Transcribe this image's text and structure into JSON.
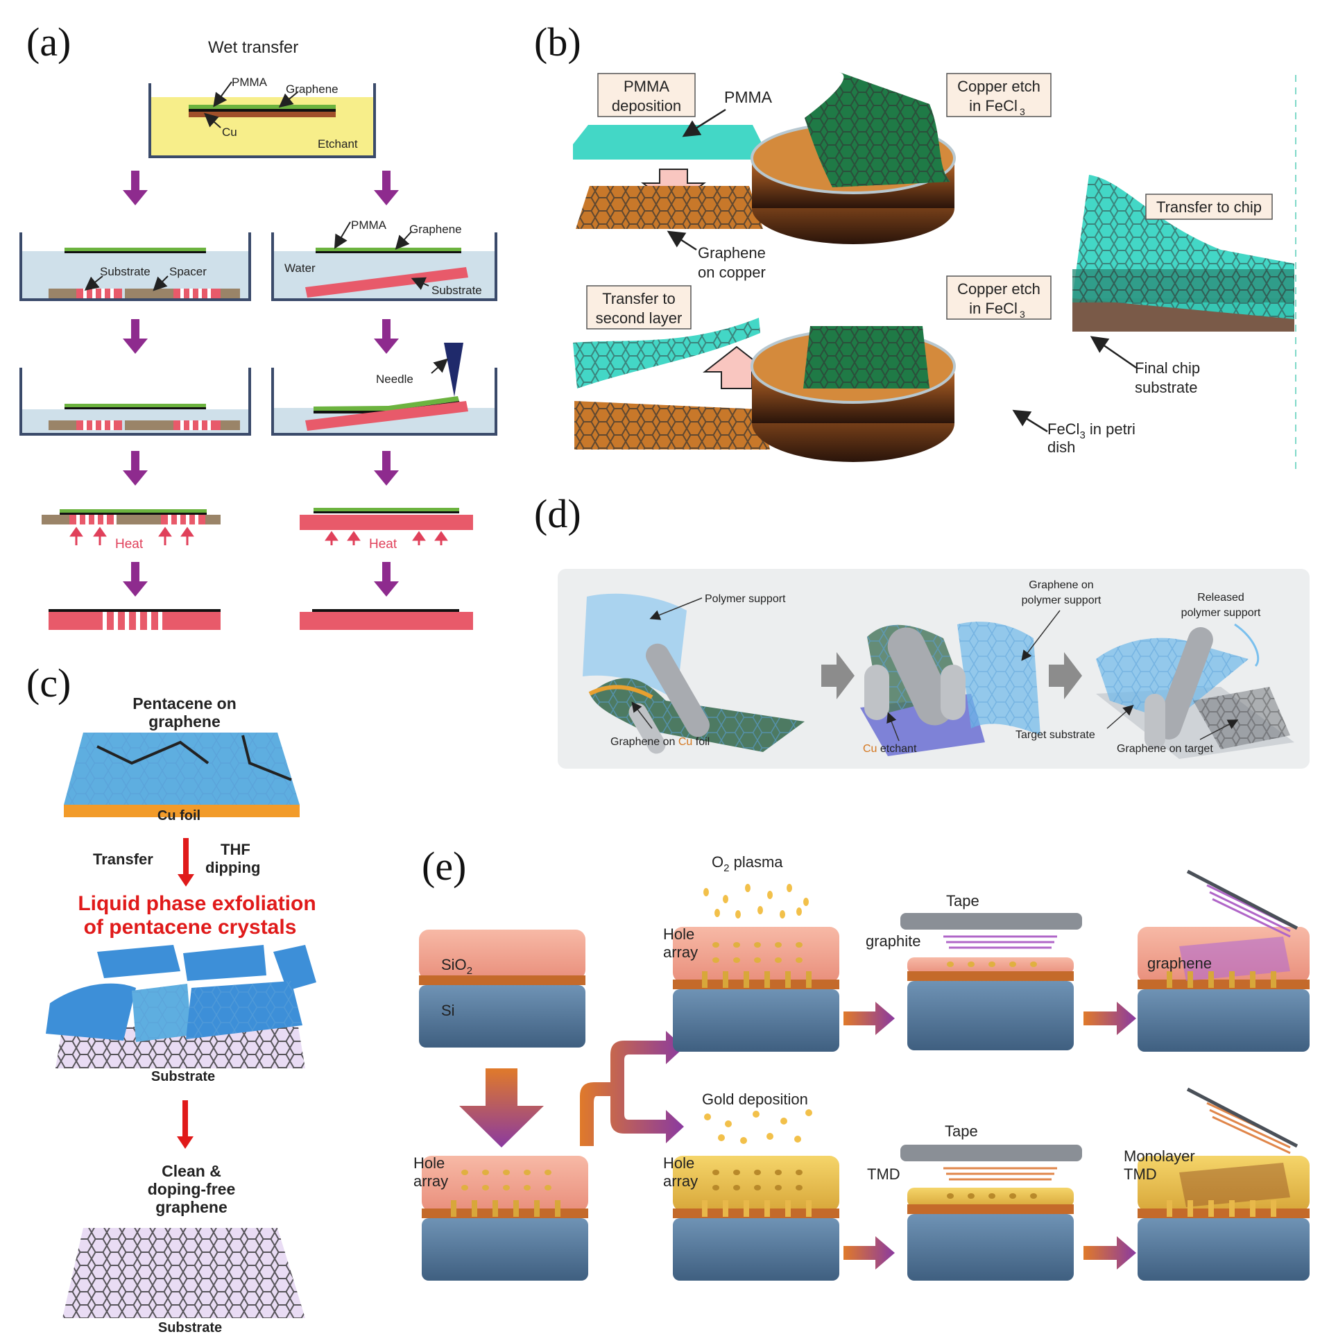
{
  "panels": {
    "a": {
      "label": "(a)",
      "title": "Wet transfer",
      "pmma": "PMMA",
      "graphene": "Graphene",
      "cu": "Cu",
      "etchant": "Etchant",
      "substrate": "Substrate",
      "spacer": "Spacer",
      "pmma2": "PMMA",
      "graphene2": "Graphene",
      "water": "Water",
      "substrate2": "Substrate",
      "needle": "Needle",
      "heat": "Heat"
    },
    "b": {
      "label": "(b)",
      "pmma_deposition_1": "PMMA",
      "pmma_deposition_2": "deposition",
      "pmma": "PMMA",
      "graphene_on_copper_1": "Graphene",
      "graphene_on_copper_2": "on copper",
      "copper_etch_1": "Copper etch",
      "copper_etch_2": "in FeCl",
      "copper_etch_sub": "3",
      "transfer_second_1": "Transfer to",
      "transfer_second_2": "second layer",
      "transfer_chip": "Transfer to chip",
      "final_chip_1": "Final chip",
      "final_chip_2": "substrate",
      "fecl3_1": "FeCl",
      "fecl3_sub": "3",
      "fecl3_1b": " in petri",
      "fecl3_2": "dish"
    },
    "c": {
      "label": "(c)",
      "pentacene_1": "Pentacene on",
      "pentacene_2": "graphene",
      "cu_foil": "Cu foil",
      "transfer": "Transfer",
      "thf_1": "THF",
      "thf_2": "dipping",
      "lpe_1": "Liquid phase exfoliation",
      "lpe_2": "of pentacene crystals",
      "substrate": "Substrate",
      "clean_1": "Clean &",
      "clean_2": "doping-free",
      "clean_3": "graphene",
      "substrate2": "Substrate"
    },
    "d": {
      "label": "(d)",
      "polymer_support": "Polymer support",
      "graphene_cu_1": "Graphene on ",
      "graphene_cu_2": "Cu",
      "graphene_cu_3": " foil",
      "cu_etchant_1": "Cu",
      "cu_etchant_2": " etchant",
      "graphene_polymer_1": "Graphene on",
      "graphene_polymer_2": "polymer support",
      "target_substrate": "Target substrate",
      "released_1": "Released",
      "released_2": "polymer support",
      "graphene_target": "Graphene on target"
    },
    "e": {
      "label": "(e)",
      "sio2": "SiO",
      "sio2_sub": "2",
      "si": "Si",
      "o2_plasma": "O",
      "o2_sub": "2",
      "o2_plasma_rest": " plasma",
      "hole_1": "Hole",
      "hole_2": "array",
      "tape": "Tape",
      "graphite": "graphite",
      "graphene": "graphene",
      "gold": "Gold deposition",
      "tmd": "TMD",
      "mono_1": "Monolayer",
      "mono_2": "TMD"
    }
  },
  "colors": {
    "arrow_purple": "#8e2b8e",
    "heat_red": "#e0405a",
    "graphene_green": "#6cb33f",
    "etchant_yellow": "#f7ee8a",
    "water_blue": "#cfe0ea",
    "spacer_brown": "#9a8468",
    "pmma_cyan": "#2fd3c0",
    "cu_orange": "#c8782a",
    "lpe_red": "#e01a1a",
    "d_bg": "#eceeef"
  }
}
